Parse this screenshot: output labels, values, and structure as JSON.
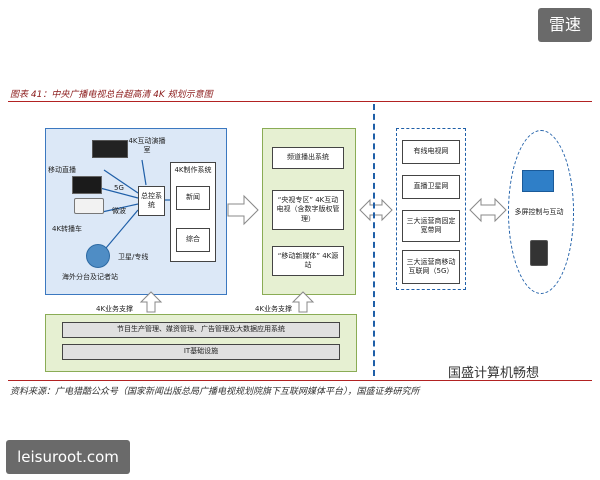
{
  "watermarks": {
    "top_right": "雷速",
    "bottom_left": "leisuroot.com"
  },
  "figure": {
    "title": "图表 41：中央广播电视总台超高清 4K 规划示意图",
    "source": "资料来源：广电猎酷公众号（国家新闻出版总局广播电视规划院旗下互联网媒体平台），国盛证券研究所"
  },
  "brand": "国盛计算机畅想",
  "left_panel": {
    "labels": {
      "mobile_live": "移动直播",
      "truck_4k": "4K转播车",
      "overseas": "海外分台及记者站",
      "studio_4k": "4K互动演播室",
      "link_5g": "5G",
      "link_microwave": "微波",
      "link_satellite": "卫星/专线"
    },
    "master_control": "总控系统",
    "production": {
      "title": "4K制作系统",
      "news": "新闻",
      "comprehensive": "综合"
    }
  },
  "middle_panel": {
    "channel": "频道播出系统",
    "cctv_zone": "“央视专区” 4K互动电视（含数字版权管理）",
    "new_media": "“移动新媒体” 4K源站"
  },
  "bottom": {
    "support_left": "4K业务支撑",
    "support_right": "4K业务支撑",
    "row1": "节目生产管理、媒资管理、广告管理及大数据应用系统",
    "row2": "IT基础设施"
  },
  "networks": [
    "有线电视网",
    "直播卫星网",
    "三大运营商固定宽带网",
    "三大运营商移动互联网（5G）"
  ],
  "terminal": "多屏控制与互动",
  "colors": {
    "blue_border": "#3b78c0",
    "blue_fill": "#dce8f7",
    "green_fill": "#e6f0d2",
    "dash": "#1f5fa8",
    "title_red": "#8b1a1a"
  }
}
